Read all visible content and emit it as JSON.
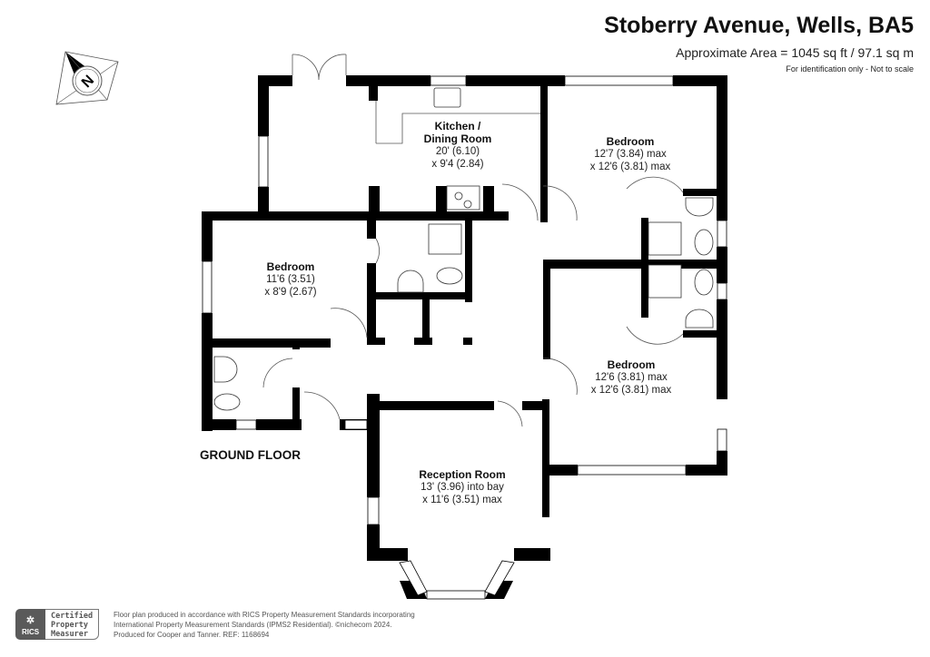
{
  "header": {
    "title": "Stoberry Avenue, Wells, BA5",
    "area": "Approximate Area = 1045 sq ft / 97.1 sq m",
    "note": "For identification only - Not to scale"
  },
  "compass": {
    "label": "N"
  },
  "floor_label": "GROUND FLOOR",
  "rooms": [
    {
      "name": "Kitchen /",
      "name2": "Dining Room",
      "dim1": "20' (6.10)",
      "dim2": "x 9'4 (2.84)"
    },
    {
      "name": "Bedroom",
      "dim1": "12'7 (3.84) max",
      "dim2": "x 12'6 (3.81) max"
    },
    {
      "name": "Bedroom",
      "dim1": "11'6 (3.51)",
      "dim2": "x 8'9 (2.67)"
    },
    {
      "name": "Bedroom",
      "dim1": "12'6 (3.81) max",
      "dim2": "x 12'6 (3.81) max"
    },
    {
      "name": "Reception Room",
      "dim1": "13' (3.96) into bay",
      "dim2": "x 11'6 (3.51) max"
    }
  ],
  "footer": {
    "badge_org": "RICS",
    "badge_lines": [
      "Certified",
      "Property",
      "Measurer"
    ],
    "line1": "Floor plan produced in accordance with RICS Property Measurement Standards incorporating",
    "line2": "International Property Measurement Standards (IPMS2 Residential).  ©nichecom 2024.",
    "line3": "Produced for Cooper and Tanner.   REF: 1168694"
  }
}
